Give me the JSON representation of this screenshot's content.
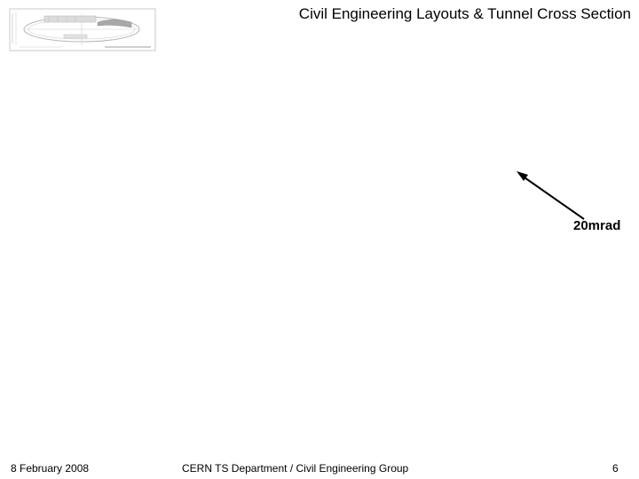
{
  "slide": {
    "title": "Civil Engineering Layouts & Tunnel Cross Section",
    "angle_label": "20mrad"
  },
  "footer": {
    "date": "8 February 2008",
    "organization": "CERN TS Department / Civil Engineering Group",
    "page_number": "6"
  },
  "colors": {
    "text": "#000000",
    "background": "#ffffff",
    "thumbnail_lines": "#b8b8b8"
  }
}
